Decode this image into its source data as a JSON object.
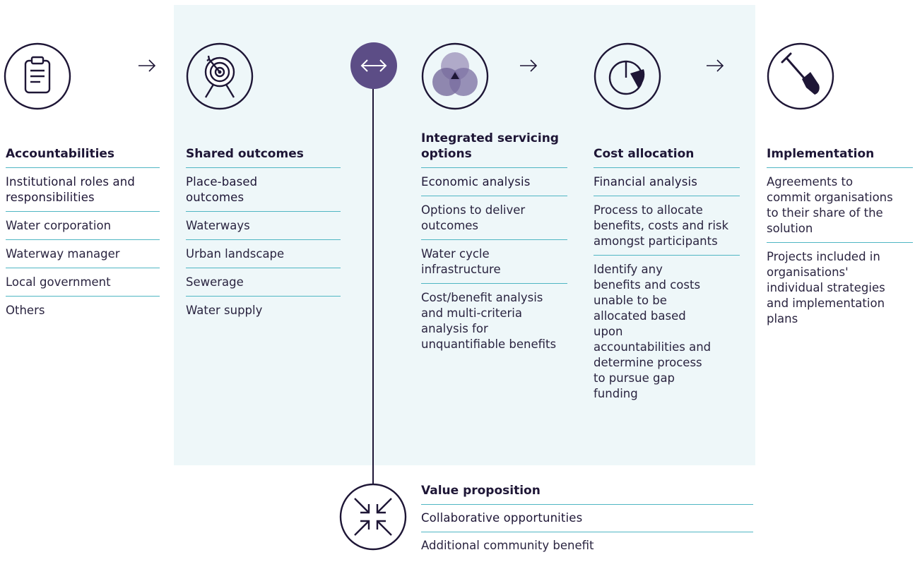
{
  "colors": {
    "navy": "#1e1636",
    "teal_rule": "#4fb6c3",
    "panel": "#eef7f9",
    "purple": "#5c4d86",
    "lilac": "#9b90b8"
  },
  "icons": [
    "clipboard-icon",
    "target-icon",
    "double-arrow-icon",
    "venn-icon",
    "pie-chart-icon",
    "shovel-icon",
    "converging-arrows-icon"
  ],
  "columns": [
    {
      "heading": "Accountabilities",
      "items": [
        "Institutional roles and responsibilities",
        "Water corporation",
        "Waterway manager",
        "Local government",
        "Others"
      ]
    },
    {
      "heading": "Shared outcomes",
      "items": [
        "Place-based outcomes",
        "Waterways",
        "Urban landscape",
        "Sewerage",
        "Water supply"
      ]
    },
    {
      "heading": "Integrated servicing options",
      "items": [
        "Economic analysis",
        "Options to deliver outcomes",
        "Water cycle infrastructure",
        "Cost/benefit analysis and multi-criteria analysis for unquantifiable benefits"
      ]
    },
    {
      "heading": "Cost allocation",
      "items": [
        "Financial analysis",
        "Process to allocate benefits, costs and risk amongst participants",
        "Identify any benefits and costs unable to be allocated based upon accountabilities and determine process to pursue gap funding"
      ]
    },
    {
      "heading": "Implementation",
      "items": [
        "Agreements to commit organisations to their share of the solution",
        "Projects included in organisations' individual strategies and implementation plans"
      ]
    }
  ],
  "value_proposition": {
    "heading": "Value proposition",
    "items": [
      "Collaborative opportunities",
      "Additional community benefit"
    ]
  }
}
